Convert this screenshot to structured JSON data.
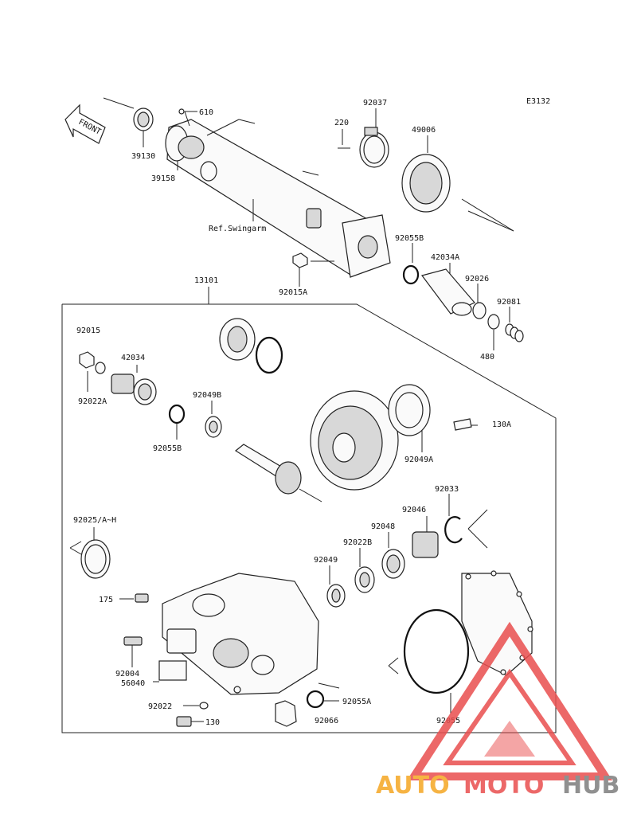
{
  "diagram_code": "E3132",
  "front_label": "FRONT",
  "parts": {
    "p39130": "39130",
    "p610": "610",
    "p39158": "39158",
    "ref_swingarm": "Ref.Swingarm",
    "p220": "220",
    "p92037": "92037",
    "p49006": "49006",
    "p92055B_top": "92055B",
    "p42034A": "42034A",
    "p92026": "92026",
    "p92081": "92081",
    "p480": "480",
    "p92015A": "92015A",
    "p13101": "13101",
    "p92015": "92015",
    "p42034": "42034",
    "p92022A": "92022A",
    "p92049B": "92049B",
    "p92055B": "92055B",
    "p130A": "130A",
    "p92049A": "92049A",
    "p92033": "92033",
    "p92046": "92046",
    "p92048": "92048",
    "p92022B": "92022B",
    "p92049": "92049",
    "p92025": "92025/A~H",
    "p175": "175",
    "p92004": "92004",
    "p56040": "56040",
    "p92022": "92022",
    "p130": "130",
    "p92055A": "92055A",
    "p92066": "92066",
    "p92055": "92055"
  },
  "watermark": {
    "part1": "AUTO",
    "part2": "MOTO",
    "part3": "HUB",
    "color_orange": "#f5a623",
    "color_red": "#e94e4e",
    "color_grey": "#7d7d7d"
  }
}
